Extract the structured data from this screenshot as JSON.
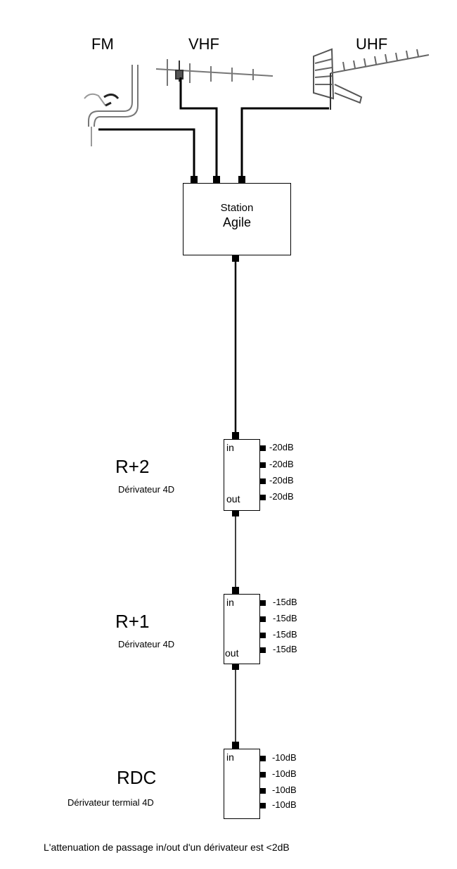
{
  "antennas": {
    "fm": "FM",
    "vhf": "VHF",
    "uhf": "UHF"
  },
  "station": {
    "line1": "Station",
    "line2": "Agile"
  },
  "floors": [
    {
      "label": "R+2",
      "device": "Dérivateur 4D",
      "in": "in",
      "out": "out",
      "outputs": [
        "-20dB",
        "-20dB",
        "-20dB",
        "-20dB"
      ]
    },
    {
      "label": "R+1",
      "device": "Dérivateur 4D",
      "in": "in",
      "out": "out",
      "outputs": [
        "-15dB",
        "-15dB",
        "-15dB",
        "-15dB"
      ]
    },
    {
      "label": "RDC",
      "device": "Dérivateur termial 4D",
      "in": "in",
      "outputs": [
        "-10dB",
        "-10dB",
        "-10dB",
        "-10dB"
      ]
    }
  ],
  "footnote": "L'attenuation de passage in/out d'un dérivateur est <2dB"
}
